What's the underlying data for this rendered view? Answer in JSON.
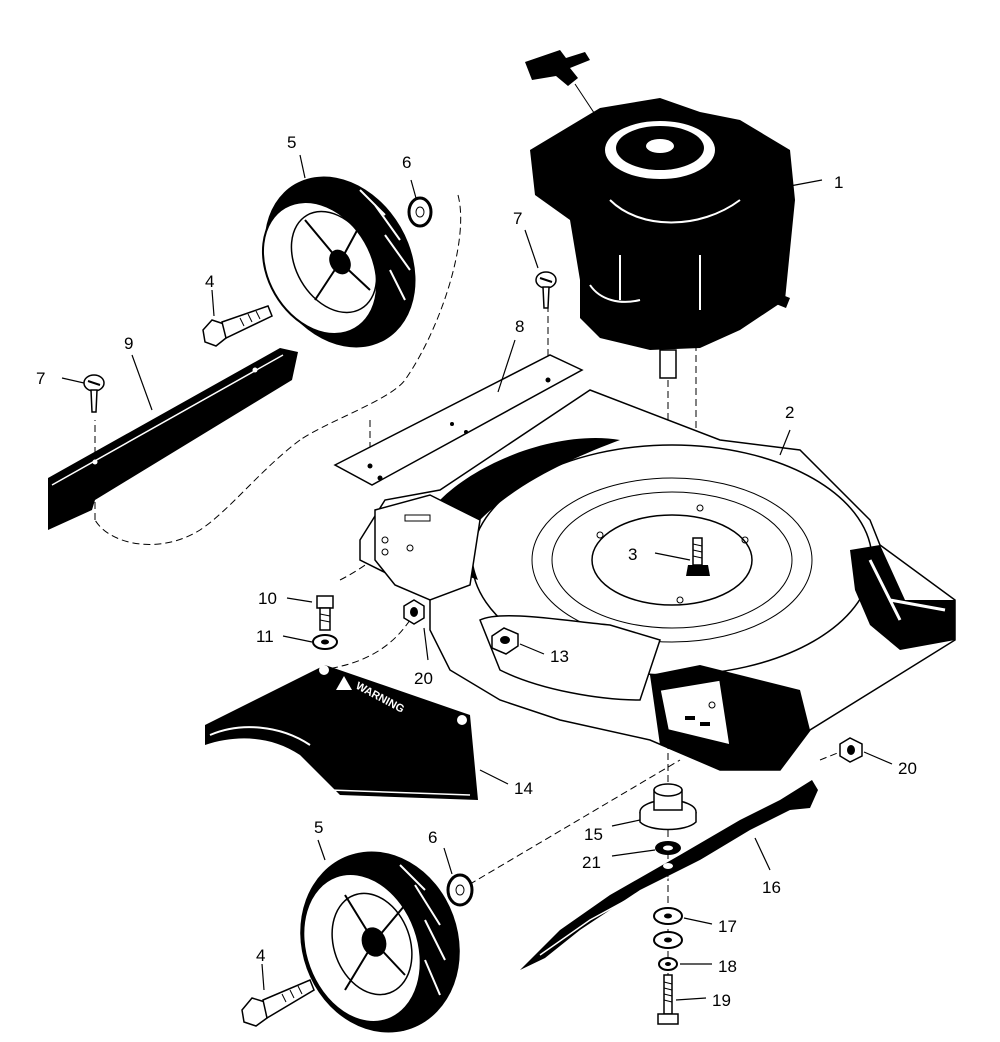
{
  "diagram": {
    "warning_text": "WARNING",
    "parts": [
      {
        "id": "engine",
        "label": "1"
      },
      {
        "id": "deck",
        "label": "2"
      },
      {
        "id": "deck-bolt",
        "label": "3"
      },
      {
        "id": "axle-bolt-rear",
        "label": "4"
      },
      {
        "id": "axle-bolt-front",
        "label": "4"
      },
      {
        "id": "wheel-rear",
        "label": "5"
      },
      {
        "id": "wheel-front",
        "label": "5"
      },
      {
        "id": "washer-rear",
        "label": "6"
      },
      {
        "id": "washer-front",
        "label": "6"
      },
      {
        "id": "screw-top",
        "label": "7"
      },
      {
        "id": "screw-left",
        "label": "7"
      },
      {
        "id": "bracket",
        "label": "8"
      },
      {
        "id": "rear-flap",
        "label": "9"
      },
      {
        "id": "bolt-10",
        "label": "10"
      },
      {
        "id": "washer-11",
        "label": "11"
      },
      {
        "id": "nut-13",
        "label": "13"
      },
      {
        "id": "discharge-chute",
        "label": "14"
      },
      {
        "id": "blade-adapter",
        "label": "15"
      },
      {
        "id": "blade",
        "label": "16"
      },
      {
        "id": "washer-17",
        "label": "17"
      },
      {
        "id": "washer-18",
        "label": "18"
      },
      {
        "id": "blade-bolt",
        "label": "19"
      },
      {
        "id": "nut-20-left",
        "label": "20"
      },
      {
        "id": "nut-20-right",
        "label": "20"
      },
      {
        "id": "key-21",
        "label": "21"
      }
    ]
  }
}
